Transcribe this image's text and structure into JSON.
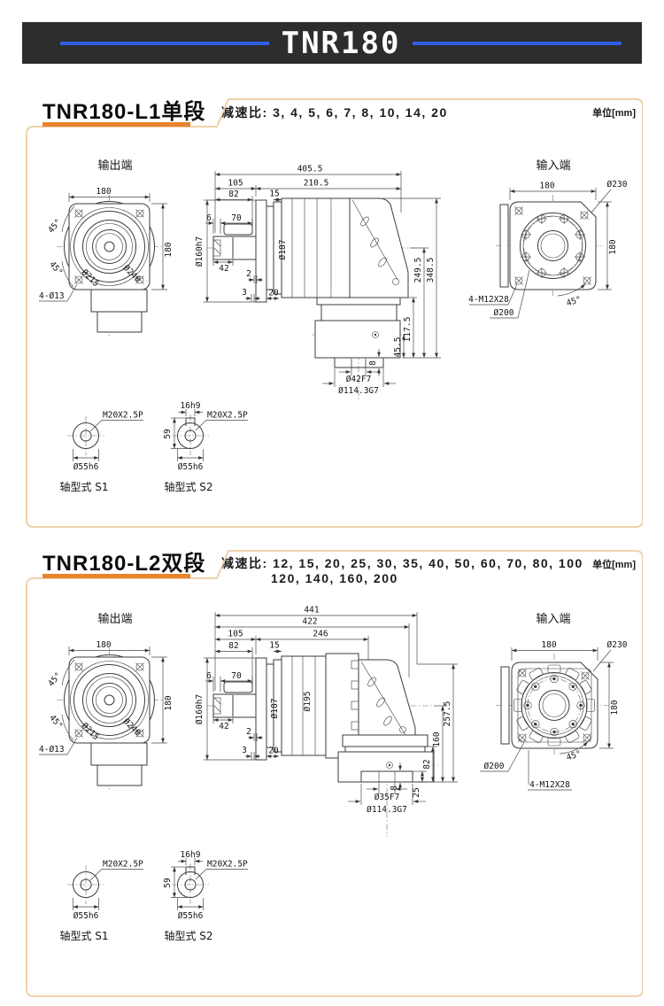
{
  "banner": {
    "title": "TNR180"
  },
  "colors": {
    "banner_bg": "#2d2d2d",
    "accent_blue": "#2f5de5",
    "box_border": "#eed2ab",
    "title_underline": "#e8842e",
    "drawing_line": "#3b3b3b"
  },
  "s1": {
    "title": "TNR180-L1单段",
    "ratio_label": "减速比:",
    "ratios": "3, 4, 5, 6, 7, 8, 10, 14, 20",
    "unit": "单位[mm]",
    "output_view": {
      "label": "输出端",
      "dim_w": "180",
      "dim_h": "180",
      "angle_a": "45°",
      "angle_b": "45°",
      "bolt_circle_a": "Ø215",
      "bolt_circle_b": "Ø240",
      "corner_holes": "4-Ø13"
    },
    "side_view": {
      "overall": "405.5",
      "front_len": "105",
      "rear_len": "210.5",
      "hub_len": "82",
      "ring_w": "15",
      "step": "6",
      "shaft_len": "70",
      "thread_len": "42",
      "gap": "2",
      "plate": "3",
      "neck": "20",
      "pilot_dia": "Ø160h7",
      "body_dia": "Ø187",
      "axis_to_face": "249.5",
      "top_to_face": "348.5",
      "head_h": "117.5",
      "flange_h": "45.5",
      "spigot_depth": "8",
      "bore": "Ø42F7",
      "spigot": "Ø114.3G7"
    },
    "input_view": {
      "label": "输入端",
      "dim_w": "180",
      "dim_h": "180",
      "outer_dia": "Ø230",
      "bolt_circle": "Ø200",
      "bolts": "4-M12X28",
      "angle": "45°"
    },
    "shaft_s1": {
      "thread": "M20X2.5P",
      "dia": "Ø55h6",
      "caption": "轴型式 S1"
    },
    "shaft_s2": {
      "key": "16h9",
      "height": "59",
      "thread": "M20X2.5P",
      "dia": "Ø55h6",
      "caption": "轴型式 S2"
    }
  },
  "s2": {
    "title": "TNR180-L2双段",
    "ratio_label": "减速比:",
    "ratios": "12, 15, 20, 25, 30, 35, 40, 50, 60, 70, 80, 100",
    "ratios_line2": "120, 140, 160, 200",
    "unit": "单位[mm]",
    "output_view": {
      "label": "输出端",
      "dim_w": "180",
      "dim_h": "180",
      "angle_a": "45°",
      "angle_b": "45°",
      "bolt_circle_a": "Ø215",
      "bolt_circle_b": "Ø240",
      "corner_holes": "4-Ø13"
    },
    "side_view": {
      "overall": "441",
      "overall2": "422",
      "front_len": "105",
      "rear_len": "246",
      "hub_len": "82",
      "ring_w": "15",
      "step": "6",
      "shaft_len": "70",
      "thread_len": "42",
      "gap": "2",
      "plate": "3",
      "neck": "20",
      "pilot_dia": "Ø160h7",
      "body_dia": "Ø187",
      "body2_dia": "Ø195",
      "total_h": "257.5",
      "axis_to_face": "160",
      "flange_h": "82",
      "spigot_h": "25",
      "spigot_depth": "8",
      "bore": "Ø35F7",
      "spigot": "Ø114.3G7"
    },
    "input_view": {
      "label": "输入端",
      "dim_w": "180",
      "dim_h": "180",
      "outer_dia": "Ø230",
      "bolt_circle": "Ø200",
      "bolts": "4-M12X28",
      "angle": "45°"
    },
    "shaft_s1": {
      "thread": "M20X2.5P",
      "dia": "Ø55h6",
      "caption": "轴型式 S1"
    },
    "shaft_s2": {
      "key": "16h9",
      "height": "59",
      "thread": "M20X2.5P",
      "dia": "Ø55h6",
      "caption": "轴型式 S2"
    }
  }
}
